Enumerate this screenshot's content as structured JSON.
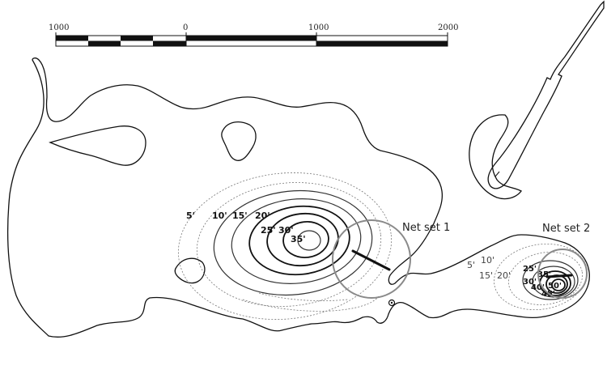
{
  "scale_bar": {
    "labels": [
      "1000",
      "0",
      "1000",
      "2000"
    ]
  },
  "depth_contours": {
    "main_basin": [
      "5'",
      "10'",
      "15'",
      "20'",
      "25'",
      "30'",
      "35'"
    ],
    "east_basin": [
      "5'",
      "10'",
      "15'",
      "20'",
      "25'",
      "30'",
      "35'",
      "40'",
      "50'",
      "45'"
    ]
  },
  "net_sets": [
    {
      "label": "Net set 1"
    },
    {
      "label": "Net set 2"
    }
  ],
  "colors": {
    "shoreline": "#111111",
    "contour": "#333333",
    "net_circle": "#8a8a8a",
    "net_line": "#111111"
  }
}
